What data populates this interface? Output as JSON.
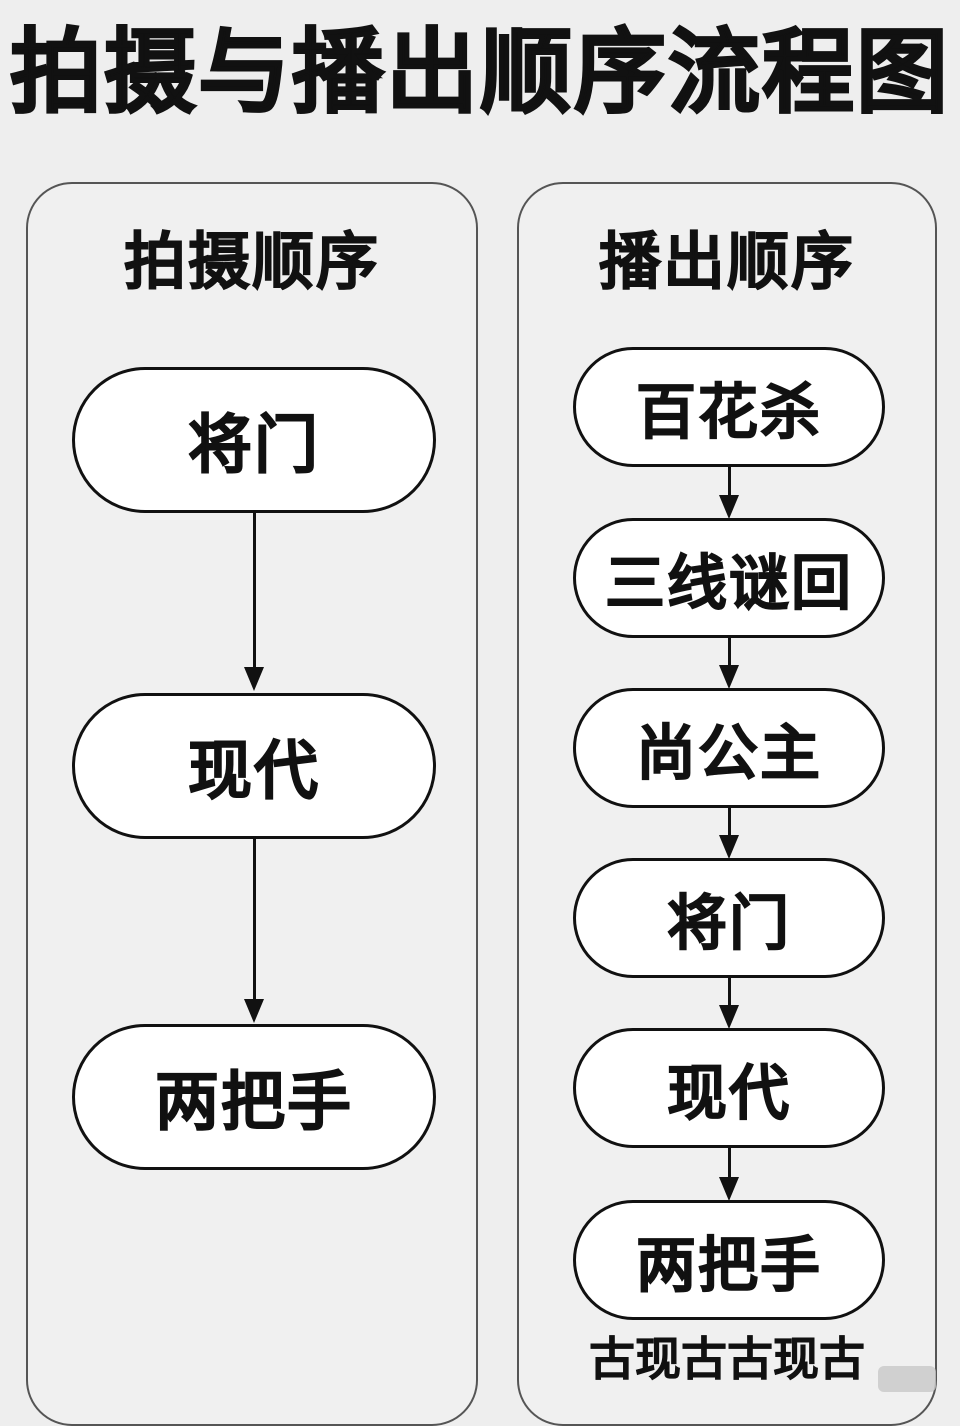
{
  "title": "拍摄与播出顺序流程图",
  "shooting": {
    "heading": "拍摄顺序",
    "steps": [
      "将门",
      "现代",
      "两把手"
    ]
  },
  "broadcast": {
    "heading": "播出顺序",
    "steps": [
      "百花杀",
      "三线谜回",
      "尚公主",
      "将门",
      "现代",
      "两把手"
    ],
    "note": "古现古古现古"
  }
}
